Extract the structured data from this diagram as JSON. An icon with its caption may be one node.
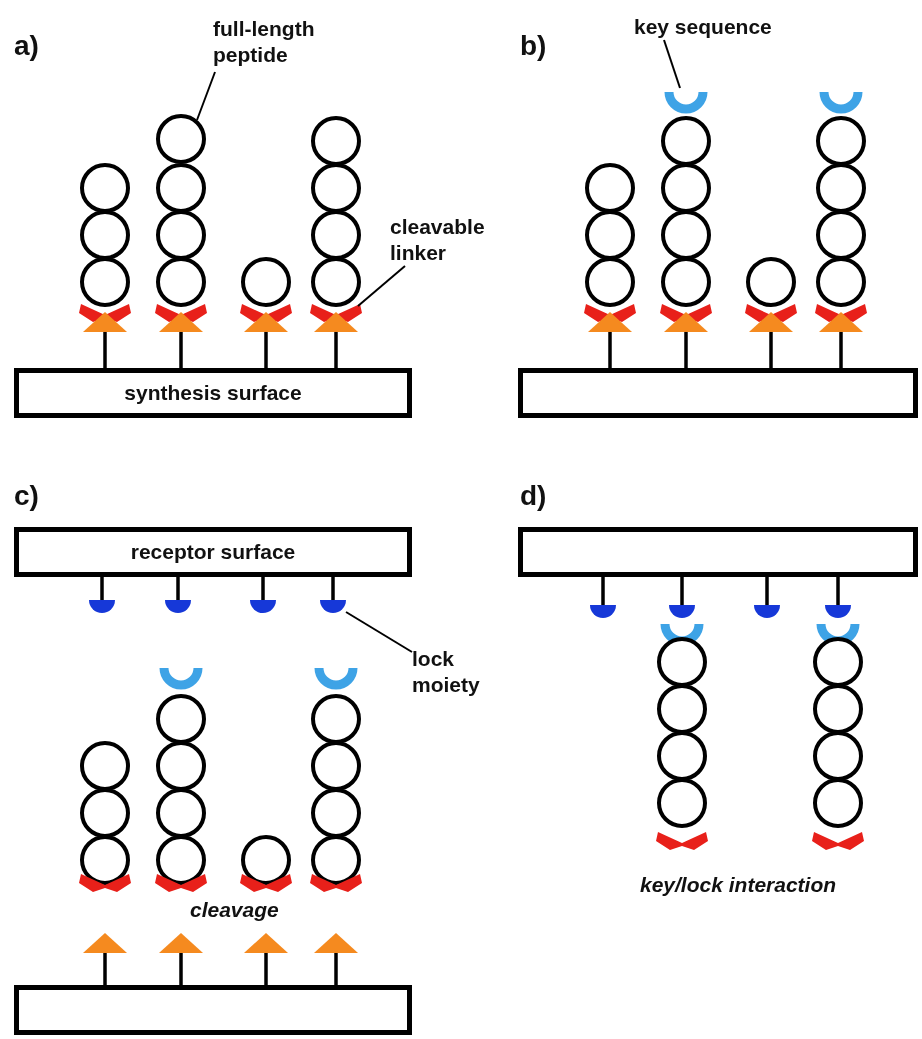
{
  "diagram": {
    "nodes": [
      {
        "text": [
          "synthesis surface"
        ]
      },
      {
        "text": [],
        "shape": "box"
      },
      {
        "text": [
          "receptor surface"
        ]
      },
      {
        "text": [],
        "shape": "box"
      },
      {
        "text": [],
        "shape": "box"
      },
      {
        "text": [
          "full-length peptide"
        ]
      },
      {
        "text": [],
        "shape": "circle"
      },
      {
        "text": [
          "cleavable linker"
        ]
      },
      {
        "text": [],
        "shape": "triangle"
      },
      {
        "text": [
          "key sequence"
        ]
      },
      {
        "text": [],
        "shape": "arc"
      },
      {
        "text": [
          "lock moiety"
        ]
      },
      {
        "text": [],
        "shape": "semicircle"
      }
    ],
    "edges": [
      {
        "from": 5,
        "to": 6,
        "arrow": "none"
      },
      {
        "from": 7,
        "to": 8,
        "arrow": "none"
      },
      {
        "from": 9,
        "to": 10,
        "arrow": "none"
      },
      {
        "from": 11,
        "to": 12,
        "arrow": "none"
      }
    ],
    "labels": [
      "a)",
      "b)",
      "c)",
      "d)",
      "cleavage",
      "key/lock interaction"
    ]
  }
}
